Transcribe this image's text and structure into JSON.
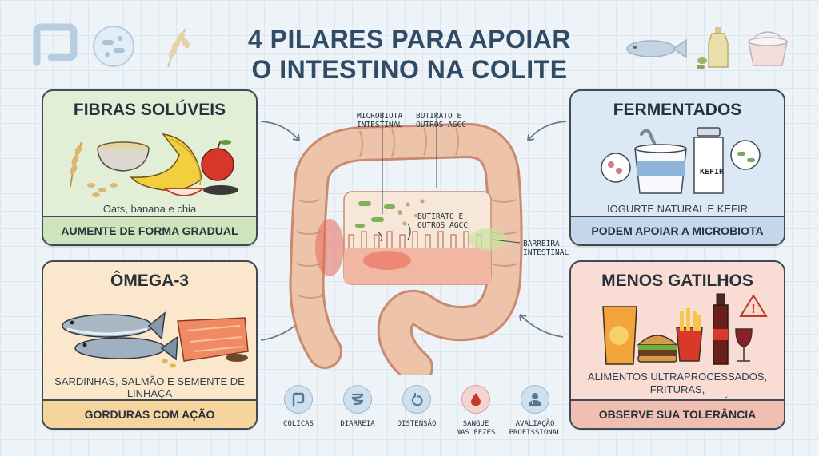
{
  "title": {
    "line1": "4 PILARES PARA APOIAR",
    "line2": "O INTESTINO NA COLITE"
  },
  "cards": {
    "fibras": {
      "title": "FIBRAS SOLÚVEIS",
      "caption": "Oats, banana e chia",
      "footer": "AUMENTE DE FORMA GRADUAL",
      "color": "#e2efd6"
    },
    "omega": {
      "title": "ÔMEGA-3",
      "caption": "SARDINHAS, SALMÃO E SEMENTE DE LINHAÇA",
      "footer": "GORDURAS COM AÇÃO MODULADORA",
      "color": "#fbe8cc"
    },
    "fermentados": {
      "title": "FERMENTADOS",
      "caption": "IOGURTE NATURAL E KEFIR",
      "footer": "PODEM APOIAR A MICROBIOTA",
      "kefir_label": "KEFIR",
      "color": "#dde8f5"
    },
    "gatilhos": {
      "title": "MENOS GATILHOS",
      "caption_line1": "ALIMENTOS ULTRAPROCESSADOS, FRITURAS,",
      "caption_line2": "BEBIDAS AÇUCARADAS E ÁLCOOL",
      "footer": "OBSERVE SUA TOLERÂNCIA",
      "color": "#f9dcd4"
    }
  },
  "intestine_labels": {
    "microbiota": "MICROBIOTA\nINTESTINAL",
    "butirato_top": "BUTIRATO E\nOUTROS AGCC",
    "butirato_inner": "BUTIRATO E\nOUTROS AGCC",
    "barreira": "BARREIRA\nINTESTINAL"
  },
  "symptoms": [
    {
      "label": "CÓLICAS",
      "icon": "colon-icon"
    },
    {
      "label": "DIARREIA",
      "icon": "intestine-icon"
    },
    {
      "label": "DISTENSÃO",
      "icon": "stomach-icon"
    },
    {
      "label": "SANGUE\nNAS FEZES",
      "icon": "blood-drop-icon"
    },
    {
      "label": "AVALIAÇÃO\nPROFISSIONAL",
      "icon": "doctor-icon"
    }
  ]
}
